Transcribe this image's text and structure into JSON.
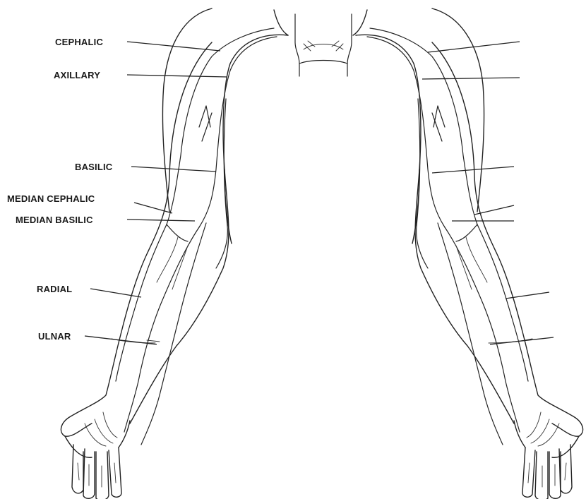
{
  "labels": {
    "cephalic": "CEPHALIC",
    "axillary": "AXILLARY",
    "basilic": "BASILIC",
    "median_cephalic": "MEDIAN CEPHALIC",
    "median_basilic": "MEDIAN BASILIC",
    "radial": "RADIAL",
    "ulnar": "ULNAR"
  }
}
